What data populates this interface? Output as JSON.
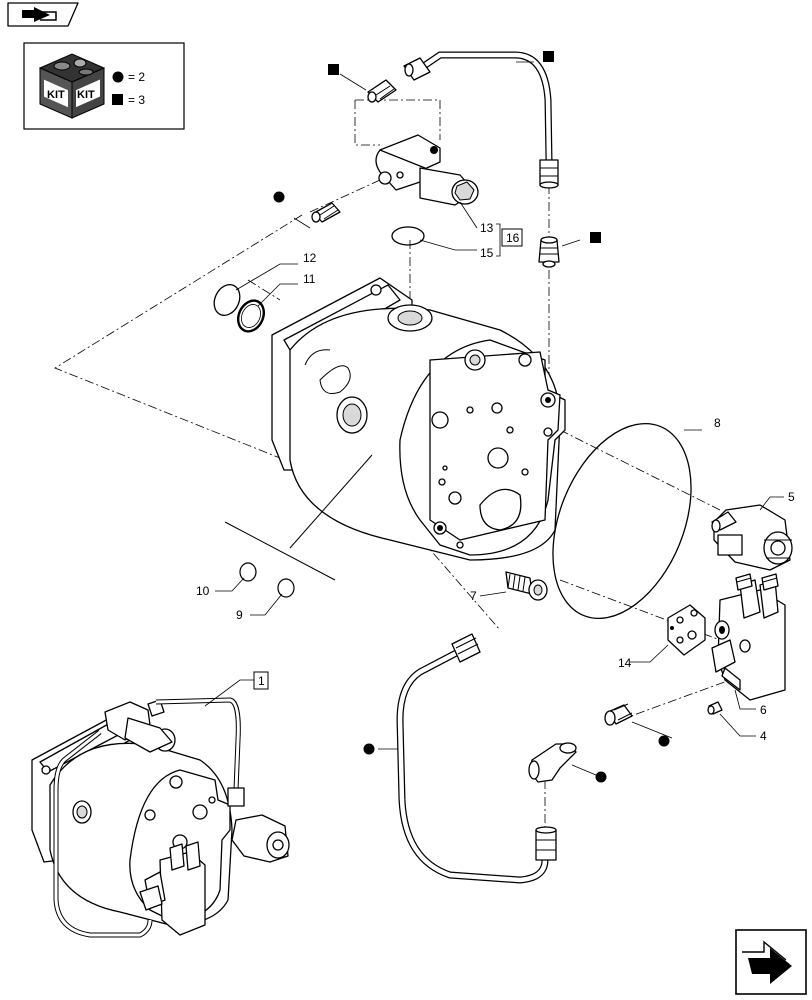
{
  "legend": {
    "circle_symbol_label": "= 2",
    "square_symbol_label": "= 3",
    "kit_text_left": "KIT",
    "kit_text_right": "KIT"
  },
  "callouts": {
    "c1": "1",
    "c4": "4",
    "c5": "5",
    "c6": "6",
    "c7": "7",
    "c8": "8",
    "c9": "9",
    "c10": "10",
    "c11": "11",
    "c12": "12",
    "c13": "13",
    "c14": "14",
    "c15": "15",
    "c16": "16"
  },
  "navigation": {
    "top_icon": "flag-arrow-icon",
    "bottom_icon": "next-page-arrow-icon"
  }
}
